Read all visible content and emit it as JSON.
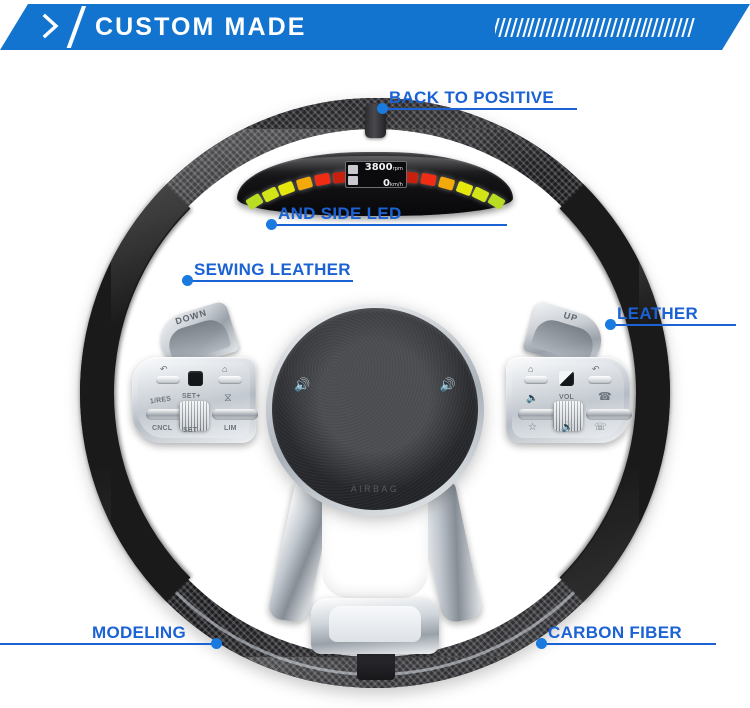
{
  "header": {
    "title": "CUSTOM MADE",
    "chevron_icon": "chevron-right-icon",
    "slash_icon": "slash-divider-icon",
    "hatch_icon": "diagonal-hatch-pattern-icon",
    "background_color": "#1274ce",
    "text_color": "#ffffff"
  },
  "theme": {
    "accent_color": "#1b62d4",
    "dot_color": "#1b7ae0",
    "page_background": "#ffffff"
  },
  "callouts": [
    {
      "id": "back-to-positive",
      "label": "BACK TO POSITIVE",
      "dot_side": "left"
    },
    {
      "id": "and-side-led",
      "label": "AND SIDE LED",
      "dot_side": "left"
    },
    {
      "id": "sewing-leather",
      "label": "SEWING LEATHER",
      "dot_side": "left"
    },
    {
      "id": "leather",
      "label": "LEATHER",
      "dot_side": "left"
    },
    {
      "id": "modeling",
      "label": "MODELING",
      "dot_side": "right"
    },
    {
      "id": "carbon-fiber",
      "label": "CARBON FIBER",
      "dot_side": "left"
    }
  ],
  "product": {
    "name": "custom-steering-wheel",
    "hub_text": "AIRBAG",
    "horn_left_icon": "horn-icon",
    "horn_right_icon": "horn-icon",
    "paddles": {
      "left_label": "DOWN",
      "right_label": "UP"
    },
    "led_display": {
      "rpm_value": "3800",
      "rpm_unit": "rpm",
      "speed_value": "0",
      "speed_unit": "km/h",
      "left_segments": [
        "#b9dd22",
        "#d2e417",
        "#e8e70c",
        "#f3a90a",
        "#ee2d14",
        "#c7200e"
      ],
      "right_segments": [
        "#c7200e",
        "#ee2d14",
        "#f3a90a",
        "#e8e70c",
        "#d2e417",
        "#b9dd22"
      ]
    },
    "left_pad": {
      "back_icon": "back-arrow-icon",
      "display_icon": "display-square-icon",
      "home_icon": "home-icon",
      "caption_res": "1/RES",
      "caption_set_plus": "SET+",
      "caption_cruise": "cruise-control-icon",
      "caption_cncl": "CNCL",
      "caption_set_minus": "SET -",
      "caption_lim": "LIM"
    },
    "right_pad": {
      "home_icon": "home-icon",
      "display_icon": "display-square-icon",
      "back_icon": "back-arrow-icon",
      "mute_icon": "speaker-mute-icon",
      "caption_vol": "VOL",
      "phone_answer_icon": "phone-answer-icon",
      "star_icon": "star-icon",
      "voice_icon": "voice-command-icon",
      "phone_hangup_icon": "phone-hangup-icon"
    }
  }
}
